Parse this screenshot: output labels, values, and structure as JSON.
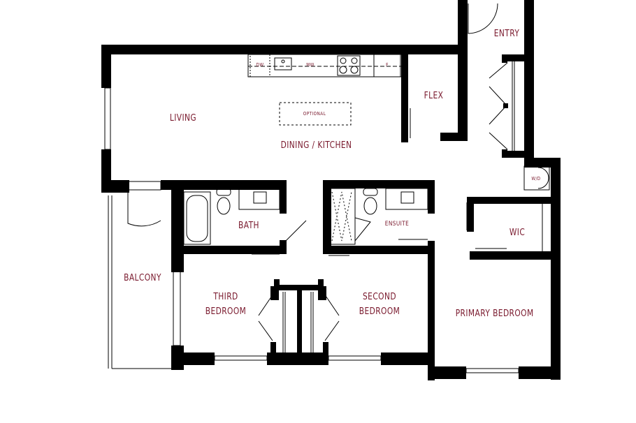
{
  "plan": {
    "type": "apartment floor plan",
    "label_color": "#7a1a2e",
    "wall_color": "#000000",
    "rooms": {
      "entry": "ENTRY",
      "flex": "FLEX",
      "living": "LIVING",
      "dining_kitchen": "DINING / KITCHEN",
      "optional": "OPTIONAL",
      "bath": "BATH",
      "ensuite": "ENSUITE",
      "wic": "WIC",
      "balcony": "BALCONY",
      "third_bedroom_1": "THIRD",
      "third_bedroom_2": "BEDROOM",
      "second_bedroom_1": "SECOND",
      "second_bedroom_2": "BEDROOM",
      "primary_bedroom": "PRIMARY BEDROOM"
    },
    "appliances": {
      "dishwasher": "DW",
      "microwave": "MW",
      "fridge": "F",
      "washer_dryer": "W/D"
    }
  }
}
